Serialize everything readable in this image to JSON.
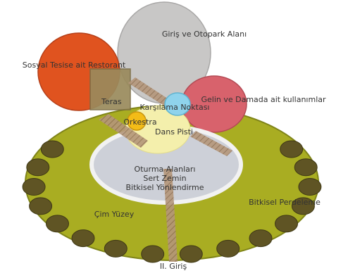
{
  "labels": {
    "entrance_parking": "Giriş ve Otopark Alanı",
    "restaurant": "Sosyal Tesise ait Restorant",
    "terrace": "Teras",
    "reception_point": "Karşılama Noktası",
    "bride_groom": "Gelin ve Damada ait kullanımlar",
    "orchestra": "Orkestra",
    "dance_floor": "Dans Pisti",
    "seating_line1": "Oturma Alanları",
    "seating_line2": "Sert Zemin",
    "seating_line3": "Bitkisel Yönlendirme",
    "lawn": "Çim Yüzey",
    "plant_screen": "Bitkisel Perdeleme",
    "second_entrance": "II. Giriş"
  },
  "colors": {
    "lawn": "#a9ad22",
    "parking": "#c8c7c6",
    "restaurant": "#e0531f",
    "terrace": "#9a8a5c",
    "reception": "#8fd3ec",
    "bride_groom": "#d8626c",
    "orchestra": "#f3bc17",
    "dance_floor": "#f4efac",
    "seating": "#cdd0d8",
    "shrubs": "#5f5424",
    "paths": "#a9896a"
  }
}
